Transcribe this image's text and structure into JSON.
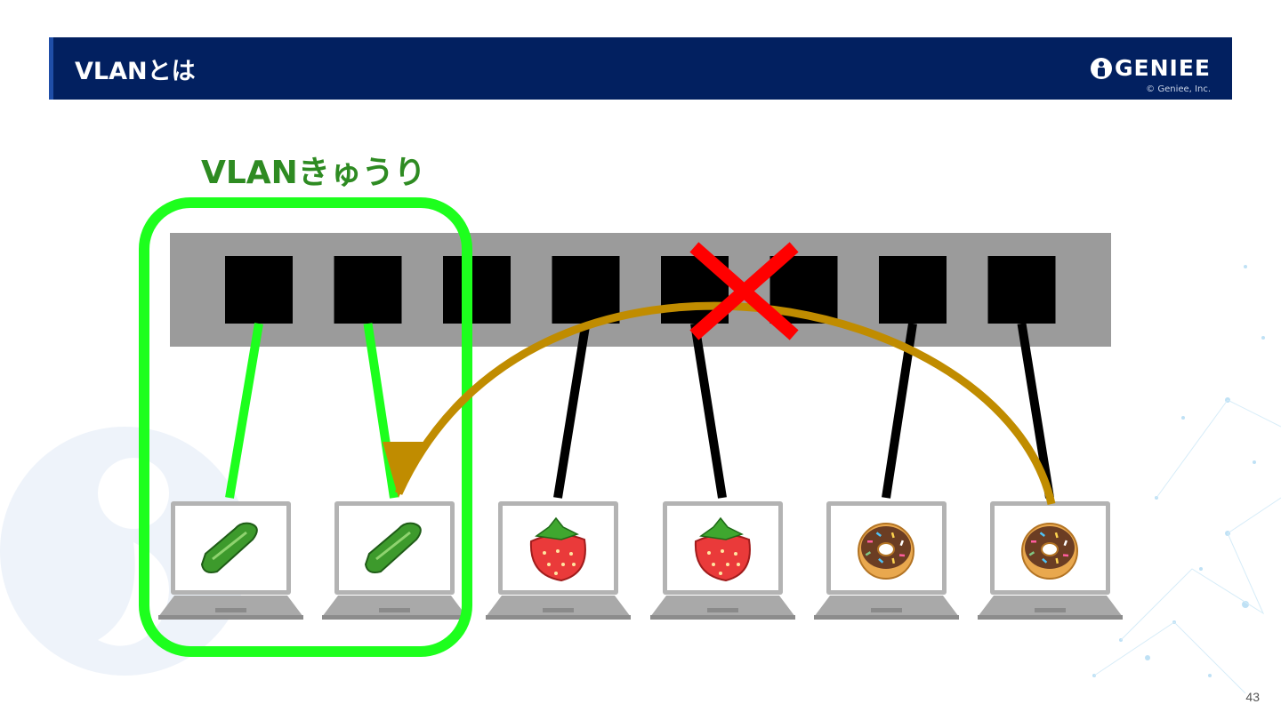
{
  "header": {
    "title": "VLANとは",
    "logo_text": "GENIEE",
    "copyright": "© Geniee, Inc."
  },
  "diagram": {
    "title": "VLANきゅうり",
    "port_count": 8,
    "devices": [
      {
        "icon": "cucumber-icon",
        "port": 1,
        "color": "#1dff1d"
      },
      {
        "icon": "cucumber-icon",
        "port": 2,
        "color": "#1dff1d"
      },
      {
        "icon": "strawberry-icon",
        "port": 4,
        "color": "#000000"
      },
      {
        "icon": "strawberry-icon",
        "port": 5,
        "color": "#000000"
      },
      {
        "icon": "donut-icon",
        "port": 7,
        "color": "#000000"
      },
      {
        "icon": "donut-icon",
        "port": 8,
        "color": "#000000"
      }
    ],
    "colors": {
      "vlan_group": "#1dff1d",
      "blocked_arrow": "#c08c00",
      "block_mark": "#ff0000",
      "switch_body": "#9b9b9b",
      "port": "#000000"
    }
  },
  "page_number": "43"
}
